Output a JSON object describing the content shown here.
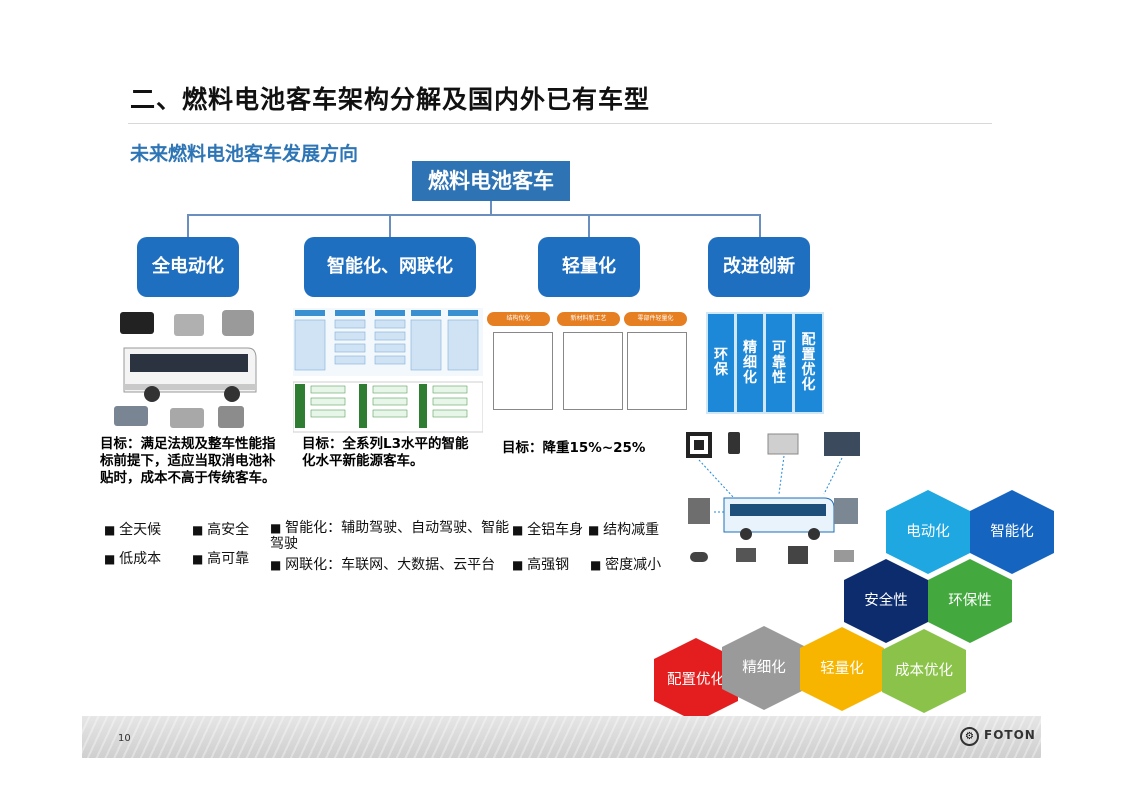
{
  "slide": {
    "title": "二、燃料电池客车架构分解及国内外已有车型",
    "subtitle": "未来燃料电池客车发展方向",
    "root": "燃料电池客车",
    "categories": [
      "全电动化",
      "智能化、网联化",
      "轻量化",
      "改进创新"
    ],
    "goals": {
      "electric": "目标：满足法规及整车性能指标前提下，适应当取消电池补贴时，成本不高于传统客车。",
      "smart": "目标：全系列L3水平的智能化水平新能源客车。",
      "light": "目标：降重15%~25%"
    },
    "bullets": {
      "col1": [
        "全天候",
        "高安全",
        "低成本",
        "高可靠"
      ],
      "smart1": "智能化：辅助驾驶、自动驾驶、智能驾驶",
      "smart2": "网联化：车联网、大数据、云平台",
      "light": [
        "全铝车身",
        "高强钢"
      ],
      "struct": [
        "结构减重",
        "密度减小"
      ]
    },
    "innovation": [
      "环保",
      "精细化",
      "可靠性",
      "配置优化"
    ],
    "lightweight_heads": [
      "结构优化",
      "新材料新工艺",
      "零部件轻量化"
    ],
    "hexagons": [
      {
        "label": "电动化",
        "color": "#1ea7e1"
      },
      {
        "label": "智能化",
        "color": "#1565c0"
      },
      {
        "label": "安全性",
        "color": "#0d2c6e"
      },
      {
        "label": "环保性",
        "color": "#43a93e"
      },
      {
        "label": "配置优化",
        "color": "#e41e1e"
      },
      {
        "label": "精细化",
        "color": "#9a9a9a"
      },
      {
        "label": "轻量化",
        "color": "#f7b500"
      },
      {
        "label": "成本优化",
        "color": "#8bc34a"
      }
    ],
    "footer": {
      "page": "10",
      "logo": "FOTON"
    }
  }
}
